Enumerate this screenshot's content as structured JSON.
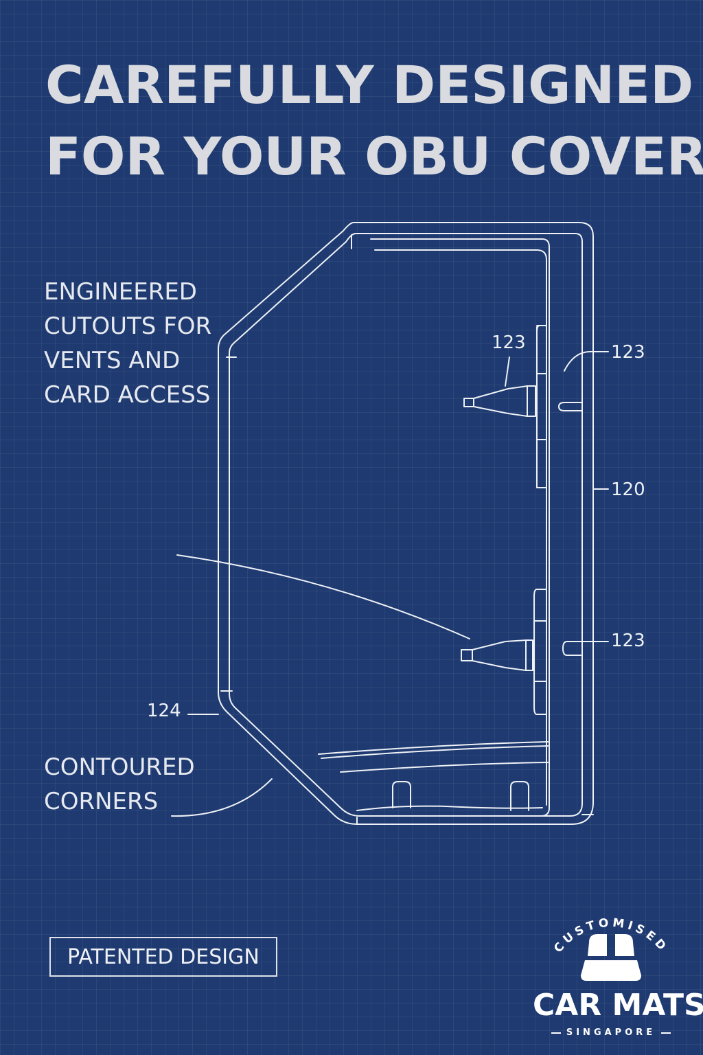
{
  "headline": {
    "line1": "CAREFULLY DESIGNED",
    "line2": "FOR YOUR OBU COVER"
  },
  "callouts": {
    "cutouts": [
      "ENGINEERED",
      "CUTOUTS FOR",
      "VENTS AND",
      "CARD ACCESS"
    ],
    "corners": [
      "CONTOURED",
      "CORNERS"
    ]
  },
  "reference_labels": {
    "a": "123",
    "b": "123",
    "c": "120",
    "d": "123",
    "e": "124"
  },
  "badge": "PATENTED DESIGN",
  "logo": {
    "arc_text": "CUSTOMISED",
    "main": "CAR MATS",
    "sub": "SINGAPORE"
  },
  "colors": {
    "background": "#1e3a70",
    "line": "#eef1f6",
    "headline": "#d9dbe0"
  }
}
